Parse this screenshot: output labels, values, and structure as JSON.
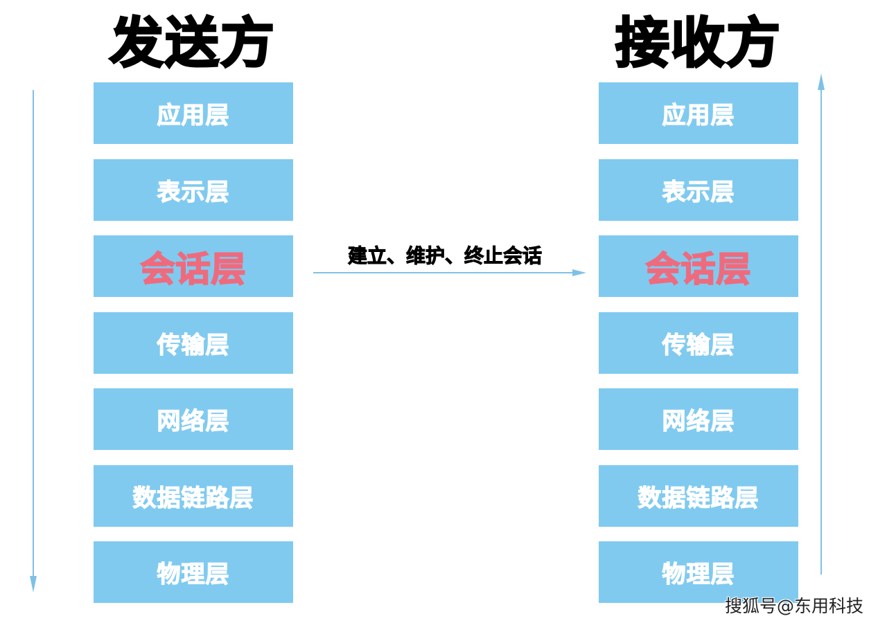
{
  "sender": {
    "title": "发送方",
    "layers": [
      {
        "label": "应用层"
      },
      {
        "label": "表示层"
      },
      {
        "label": "会话层",
        "highlight": true
      },
      {
        "label": "传输层"
      },
      {
        "label": "网络层"
      },
      {
        "label": "数据链路层"
      },
      {
        "label": "物理层"
      }
    ],
    "flow_direction": "down"
  },
  "receiver": {
    "title": "接收方",
    "layers": [
      {
        "label": "应用层"
      },
      {
        "label": "表示层"
      },
      {
        "label": "会话层",
        "highlight": true
      },
      {
        "label": "传输层"
      },
      {
        "label": "网络层"
      },
      {
        "label": "数据链路层"
      },
      {
        "label": "物理层"
      }
    ],
    "flow_direction": "up"
  },
  "connection": {
    "label": "建立、维护、终止会话",
    "from": "sender.会话层",
    "to": "receiver.会话层"
  },
  "watermark": "搜狐号@东用科技",
  "colors": {
    "layer_fill": "#80caf0",
    "layer_text": "#ffffff",
    "highlight_text": "#ee6b7e",
    "arrow": "#7fc1e6",
    "title": "#000000"
  }
}
